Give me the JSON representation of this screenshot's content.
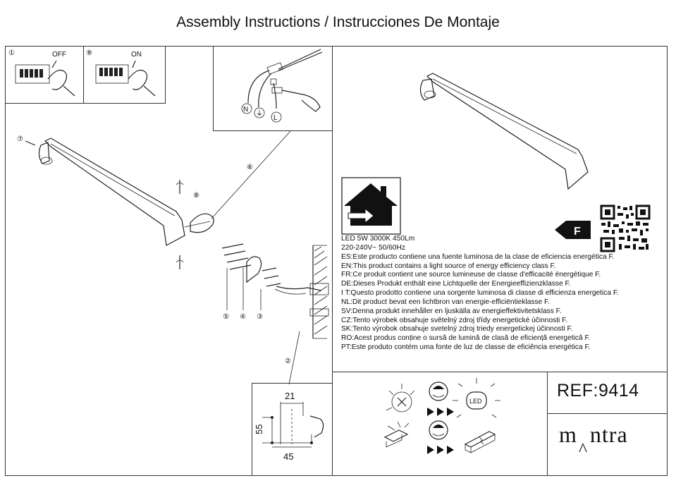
{
  "header": {
    "title": "Assembly Instructions / Instrucciones De Montaje"
  },
  "steps": {
    "s1": "①",
    "s2": "②",
    "s3": "③",
    "s4": "④",
    "s5": "⑤",
    "s6": "⑥",
    "s7": "⑦",
    "s8": "⑧",
    "s9": "⑨"
  },
  "switch": {
    "off": "OFF",
    "on": "ON"
  },
  "wires": {
    "n": "N",
    "earth": "⏚",
    "l": "L"
  },
  "dimensions": {
    "w1": "21",
    "h": "55",
    "w2": "45"
  },
  "specs": {
    "line1": "LED 5W 3000K 450Lm",
    "line2": "220-240V~  50/60Hz"
  },
  "energy_class": "F",
  "languages": [
    "ES:Este producto contiene una fuente luminosa de la clase de eficiencia energética F.",
    "EN:This product contains a light source of energy efficiency class F.",
    "FR:Ce produit contient une source lumineuse de classe d'efficacité énergétique F.",
    "DE:Dieses Produkt enthält eine Lichtquelle der Energieeffizienzklasse F.",
    "I T:Questo prodotto contiene una sorgente luminosa di classe di efficienza energetica F.",
    "NL:Dit product bevat een lichtbron van energie-efficiëntieklasse F.",
    "SV:Denna produkt innehåller en ljuskälla av energieffektivitetsklass F.",
    "CZ:Tento výrobek obsahuje světelný zdroj třídy energetické účinnosti F.",
    "SK:Tento výrobok obsahuje svetelný zdroj triedy energetickej účinnosti F.",
    "RO:Acest produs conține o sursă de lumină de clasă de eficiență energetică F.",
    "PT:Este produto contém uma fonte de luz de classe de eficiência energética F."
  ],
  "led_label": "LED",
  "reference": "REF:9414",
  "brand": {
    "part1": "m",
    "part2": "ntra",
    "accent": "^"
  },
  "colors": {
    "line": "#222222",
    "background": "#ffffff"
  },
  "icons": [
    "switch-off-icon",
    "switch-on-icon",
    "house-indoor-icon",
    "qr-code-icon",
    "energy-arrow-icon",
    "no-bulb-replace-icon",
    "led-icon",
    "installer-icon",
    "driver-icon"
  ]
}
